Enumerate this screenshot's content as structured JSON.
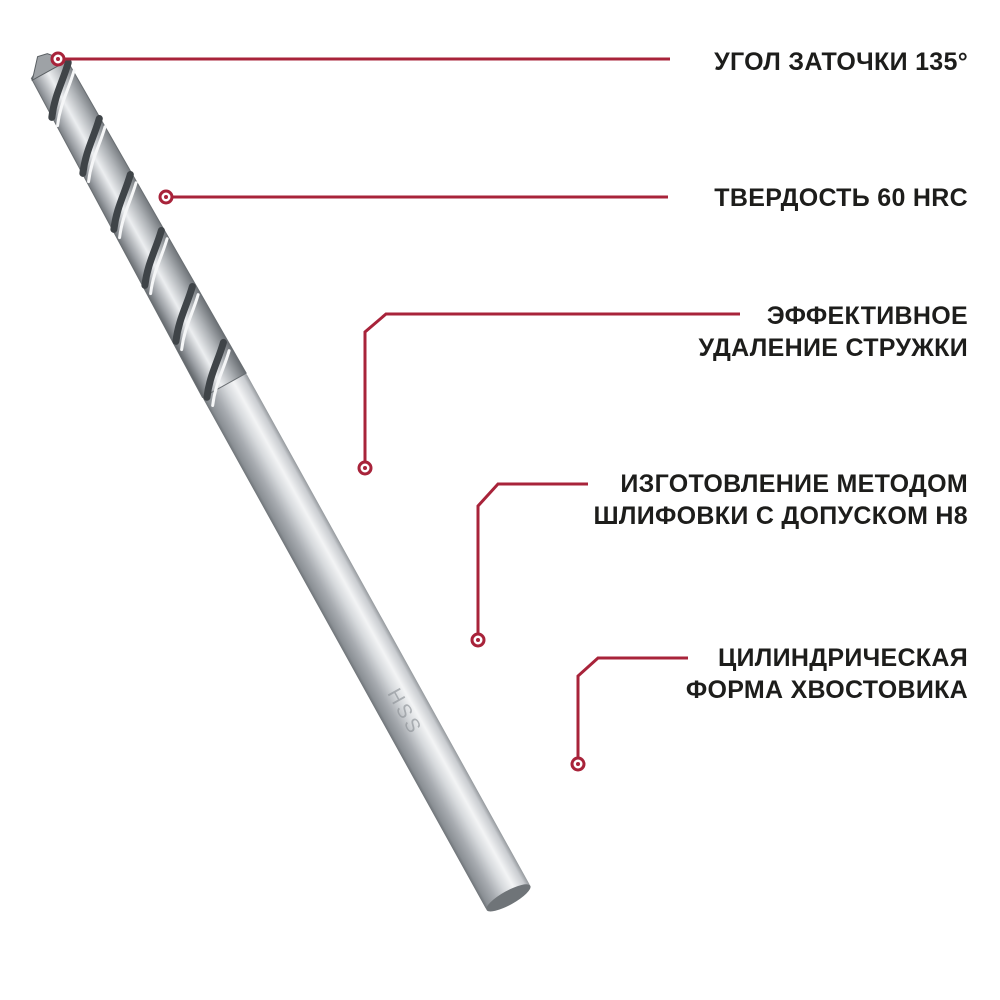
{
  "colors": {
    "callout_line": "#a8233a",
    "text": "#1d1d1b",
    "steel_light": "#e6e8ea",
    "steel_mid": "#b5b9bd",
    "steel_dark": "#6d7276"
  },
  "callouts": [
    {
      "id": "angle",
      "lines": [
        "УГОЛ ЗАТОЧКИ 135°"
      ]
    },
    {
      "id": "hardness",
      "lines": [
        "ТВЕРДОСТЬ 60 HRC"
      ]
    },
    {
      "id": "chip",
      "lines": [
        "ЭФФЕКТИВНОЕ",
        "УДАЛЕНИЕ СТРУЖКИ"
      ]
    },
    {
      "id": "grinding",
      "lines": [
        "ИЗГОТОВЛЕНИЕ МЕТОДОМ",
        "ШЛИФОВКИ С ДОПУСКОМ H8"
      ]
    },
    {
      "id": "shank",
      "lines": [
        "ЦИЛИНДРИЧЕСКАЯ",
        "ФОРМА ХВОСТОВИКА"
      ]
    }
  ],
  "drill": {
    "name": "twist-drill",
    "shank_marking": "HSS"
  }
}
